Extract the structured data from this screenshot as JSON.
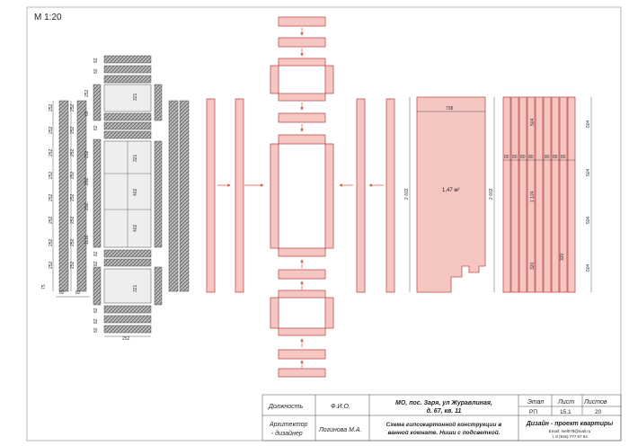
{
  "scale_label": "М 1:20",
  "dims": {
    "d252": "252",
    "d82": "82",
    "d75": "75",
    "d321": "321",
    "d402": "402",
    "d1116": "1116",
    "d60": "60",
    "d738": "738",
    "d2602": "2 602",
    "area": "1,47 м²",
    "d80": "80",
    "d504": "504",
    "d1124": "1 124",
    "d320": "320"
  },
  "title_block": {
    "col_position": "Должность",
    "col_name": "Ф.И.О.",
    "position_1": "Архитектор",
    "position_2": "- дизайнер",
    "person": "Логинова М.А.",
    "address_1": "МО, пос. Заря, ул Журавлиная,",
    "address_2": "д. 67, кв. 11",
    "subject_1": "Схема гипсокартонной конструкции в",
    "subject_2": "ванной комнате. Ниши с подсветкой.",
    "stage_label": "Этап",
    "stage_value": "РП",
    "sheet_label": "Лист",
    "sheet_value": "15.1",
    "sheets_label": "Листов",
    "sheets_value": "20",
    "company": "Дизайн - проект квартиры",
    "email": "Email: mel078@mail.ru",
    "phone": "т. 8 (916) 777 67 54"
  }
}
